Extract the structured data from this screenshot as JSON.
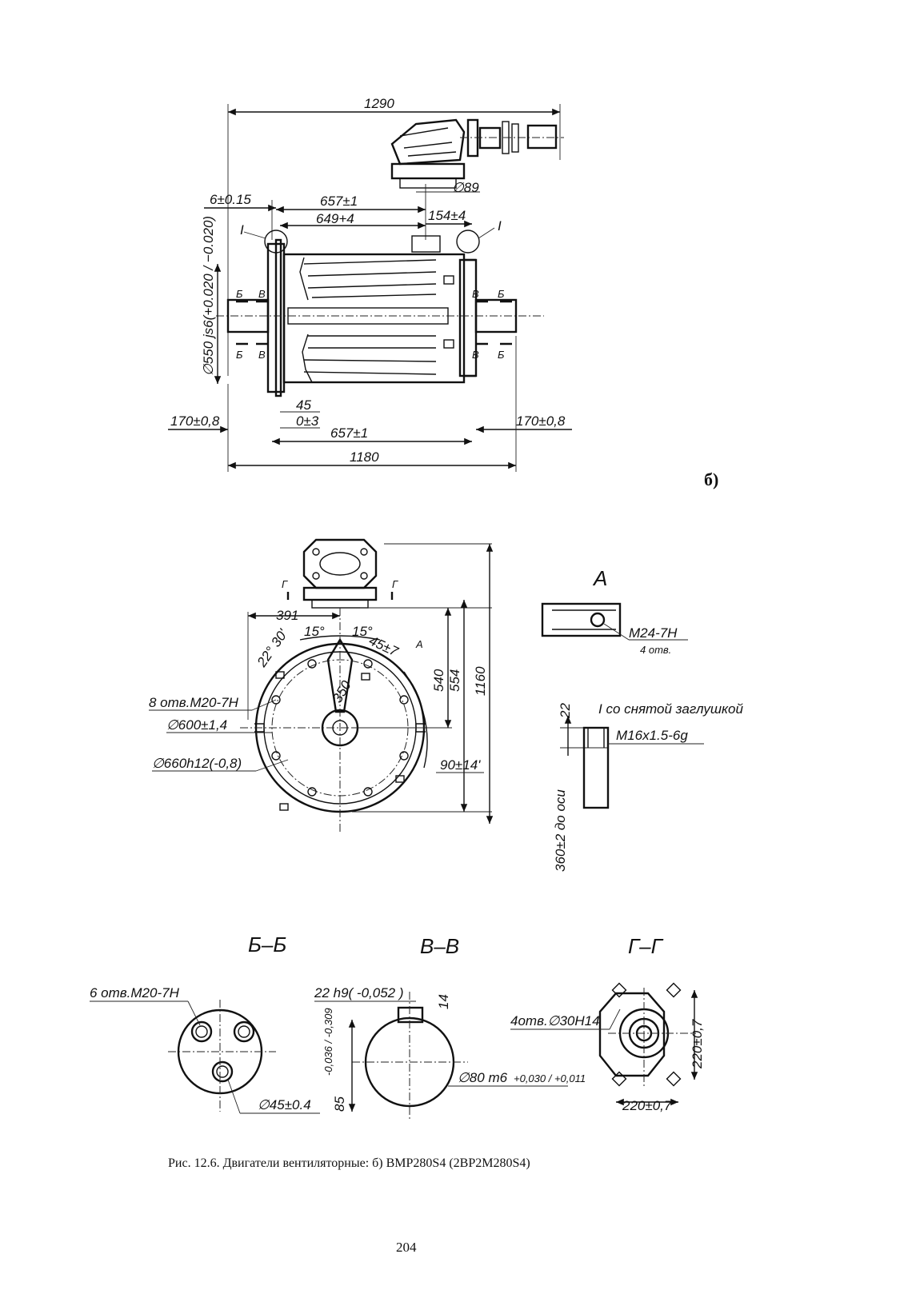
{
  "subfigure_label": "б)",
  "top_view": {
    "overall_top": "1290",
    "offset_left": "6±0.15",
    "center_657": "657±1",
    "center_649": "649+4",
    "box_offset": "154±4",
    "flange_dia": "∅89",
    "shaft_dia": "∅550 js6(+0.020 / −0.020)",
    "detail_mark": "I",
    "section_b": "Б",
    "section_v": "В",
    "dim_45": "45",
    "dim_0_3": "0±3",
    "shaft_left": "170±0,8",
    "shaft_right": "170±0,8",
    "center_bottom": "657±1",
    "overall_bottom": "1180"
  },
  "front_view": {
    "dim_391": "391",
    "angle_15a": "15°",
    "angle_15b": "15°",
    "angle_22_30": "22° 30'",
    "angle_45": "45±7",
    "radius_350": "350",
    "dim_540": "540",
    "dim_554": "554",
    "dim_1160": "1160",
    "holes": "8 отв.M20-7H",
    "dia_600": "∅600±1,4",
    "dia_660": "∅660h12(-0,8)",
    "angle_90": "90±14'",
    "section_g": "Г",
    "view_a_mark": "A"
  },
  "detail_a": {
    "title": "A",
    "thread": "M24-7H",
    "count": "4 отв."
  },
  "detail_i": {
    "title": "I со снятой заглушкой",
    "thread": "M16x1.5-6g",
    "dim_22": "22",
    "dim_360": "360±2 до оси"
  },
  "section_bb": {
    "title": "Б–Б",
    "holes": "6 отв.M20-7H",
    "dia": "∅45±0.4"
  },
  "section_vv": {
    "title": "В–В",
    "key": "22 h9( -0,052 )",
    "dim_14": "14",
    "dim_85": "85",
    "tol_85": "-0,036 / -0,309",
    "dia": "∅80 m6",
    "tol_dia": "+0,030 / +0,011"
  },
  "section_gg": {
    "title": "Г–Г",
    "holes": "4отв.∅30H14",
    "dim_h": "220±0,7",
    "dim_w": "220±0,7"
  },
  "caption": "Рис. 12.6. Двигатели вентиляторные:  б) ВМР280S4 (2ВР2М280S4)",
  "page_number": "204"
}
